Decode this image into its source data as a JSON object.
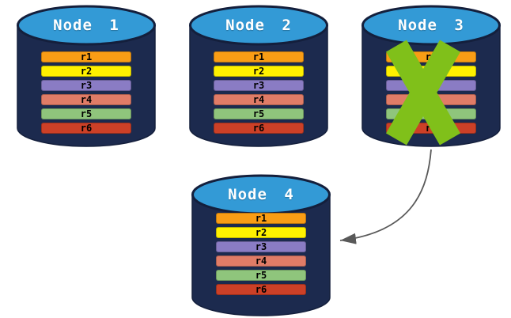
{
  "colors": {
    "background": "#FFFFFF",
    "cylinder_body": "#1C2A4E",
    "cylinder_outline": "#141F3C",
    "cylinder_top": "#339AD6",
    "node_label_text": "#FFFFFF",
    "row_text": "#000000",
    "failure_x": "#80C01A",
    "arrow": "#595959"
  },
  "icons": {
    "database": "database-cylinder-icon",
    "failure": "green-x-icon",
    "replication": "curved-arrow-icon"
  },
  "nodes": [
    {
      "label": "Node 1",
      "failed": false,
      "rows": [
        {
          "label": "r1",
          "color": "#F99D15"
        },
        {
          "label": "r2",
          "color": "#FFF100"
        },
        {
          "label": "r3",
          "color": "#8A7CC4"
        },
        {
          "label": "r4",
          "color": "#E07C67"
        },
        {
          "label": "r5",
          "color": "#8FC57C"
        },
        {
          "label": "r6",
          "color": "#CC4027"
        }
      ]
    },
    {
      "label": "Node 2",
      "failed": false,
      "rows": [
        {
          "label": "r1",
          "color": "#F99D15"
        },
        {
          "label": "r2",
          "color": "#FFF100"
        },
        {
          "label": "r3",
          "color": "#8A7CC4"
        },
        {
          "label": "r4",
          "color": "#E07C67"
        },
        {
          "label": "r5",
          "color": "#8FC57C"
        },
        {
          "label": "r6",
          "color": "#CC4027"
        }
      ]
    },
    {
      "label": "Node 3",
      "failed": true,
      "rows": [
        {
          "label": "r1",
          "color": "#F99D15"
        },
        {
          "label": "r2",
          "color": "#FFF100"
        },
        {
          "label": "r3",
          "color": "#8A7CC4"
        },
        {
          "label": "r4",
          "color": "#E07C67"
        },
        {
          "label": "r5",
          "color": "#8FC57C"
        },
        {
          "label": "r6",
          "color": "#CC4027"
        }
      ]
    },
    {
      "label": "Node 4",
      "failed": false,
      "rows": [
        {
          "label": "r1",
          "color": "#F99D15"
        },
        {
          "label": "r2",
          "color": "#FFF100"
        },
        {
          "label": "r3",
          "color": "#8A7CC4"
        },
        {
          "label": "r4",
          "color": "#E07C67"
        },
        {
          "label": "r5",
          "color": "#8FC57C"
        },
        {
          "label": "r6",
          "color": "#CC4027"
        }
      ]
    }
  ]
}
